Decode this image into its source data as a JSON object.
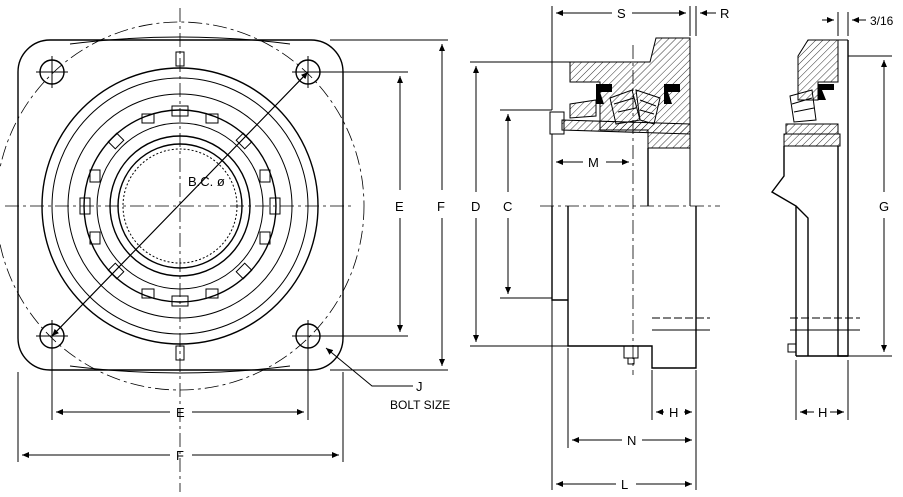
{
  "labels": {
    "bc": "B.C. ø",
    "e_vert": "E",
    "f_vert": "F",
    "d": "D",
    "c": "C",
    "g": "G",
    "s": "S",
    "r": "R",
    "m": "M",
    "j": "J",
    "bolt_size": "BOLT SIZE",
    "e_horiz": "E",
    "f_horiz": "F",
    "h_side": "H",
    "h_end": "H",
    "n": "N",
    "l": "L",
    "three_sixteenths": "3/16"
  }
}
